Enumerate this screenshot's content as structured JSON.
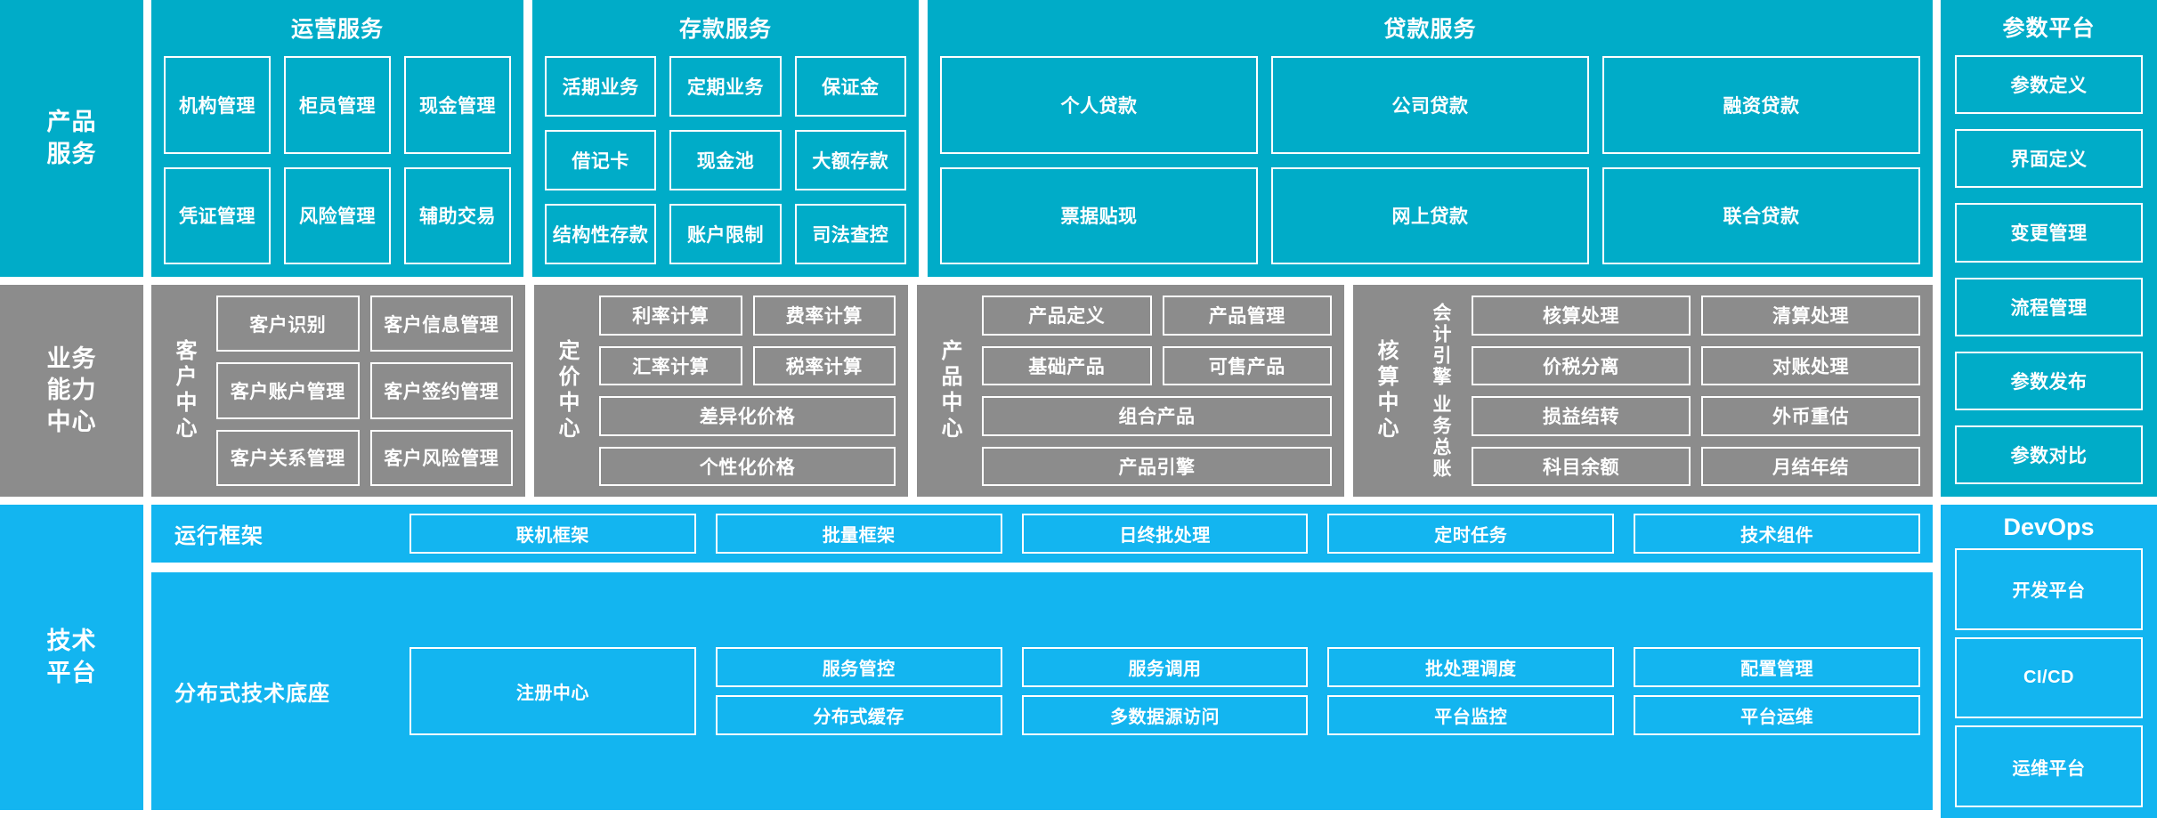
{
  "layers": {
    "product_service": "产品\n服务",
    "business_capability": "业务\n能力\n中心",
    "technical_platform": "技术\n平台"
  },
  "colors": {
    "teal": "#00ACC8",
    "gray": "#8C8C8C",
    "light_blue": "#13B5F0",
    "border": "#FFFFFF",
    "page_bg": "#FFFFFF"
  },
  "product_service": {
    "layer_label_line1": "产品",
    "layer_label_line2": "服务",
    "groups": [
      {
        "title": "运营服务",
        "rows": [
          [
            "机构管理",
            "柜员管理",
            "现金管理"
          ],
          [
            "凭证管理",
            "风险管理",
            "辅助交易"
          ]
        ]
      },
      {
        "title": "存款服务",
        "rows": [
          [
            "活期业务",
            "定期业务",
            "保证金"
          ],
          [
            "借记卡",
            "现金池",
            "大额存款"
          ],
          [
            "结构性存款",
            "账户限制",
            "司法查控"
          ]
        ]
      },
      {
        "title": "贷款服务",
        "rows": [
          [
            "个人贷款",
            "公司贷款",
            "融资贷款"
          ],
          [
            "票据贴现",
            "网上贷款",
            "联合贷款"
          ]
        ]
      }
    ]
  },
  "business_capability": {
    "layer_label_line1": "业务",
    "layer_label_line2": "能力",
    "layer_label_line3": "中心",
    "centers": [
      {
        "name": "客户中心",
        "rows": [
          [
            "客户识别",
            "客户信息管理"
          ],
          [
            "客户账户管理",
            "客户签约管理"
          ],
          [
            "客户关系管理",
            "客户风险管理"
          ]
        ]
      },
      {
        "name": "定价中心",
        "rows": [
          [
            "利率计算",
            "费率计算"
          ],
          [
            "汇率计算",
            "税率计算"
          ],
          [
            "差异化价格"
          ],
          [
            "个性化价格"
          ]
        ]
      },
      {
        "name": "产品中心",
        "rows": [
          [
            "产品定义",
            "产品管理"
          ],
          [
            "基础产品",
            "可售产品"
          ],
          [
            "组合产品"
          ],
          [
            "产品引擎"
          ]
        ]
      },
      {
        "name": "核算中心",
        "sublabels": [
          "会计引擎",
          "业务总账"
        ],
        "rows": [
          [
            "核算处理",
            "清算处理"
          ],
          [
            "价税分离",
            "对账处理"
          ],
          [
            "损益结转",
            "外币重估"
          ],
          [
            "科目余额",
            "月结年结"
          ]
        ]
      }
    ]
  },
  "technical_platform": {
    "layer_label_line1": "技术",
    "layer_label_line2": "平台",
    "runtime_framework": {
      "label": "运行框架",
      "items": [
        "联机框架",
        "批量框架",
        "日终批处理",
        "定时任务",
        "技术组件"
      ]
    },
    "distributed_base": {
      "label": "分布式技术底座",
      "columns": [
        {
          "items": [
            "注册中心"
          ]
        },
        {
          "items": [
            "服务管控",
            "分布式缓存"
          ]
        },
        {
          "items": [
            "服务调用",
            "多数据源访问"
          ]
        },
        {
          "items": [
            "批处理调度",
            "平台监控"
          ]
        },
        {
          "items": [
            "配置管理",
            "平台运维"
          ]
        }
      ]
    }
  },
  "parameter_platform": {
    "title": "参数平台",
    "items": [
      "参数定义",
      "界面定义",
      "变更管理",
      "流程管理",
      "参数发布",
      "参数对比"
    ]
  },
  "devops": {
    "title": "DevOps",
    "items": [
      "开发平台",
      "CI/CD",
      "运维平台"
    ]
  }
}
